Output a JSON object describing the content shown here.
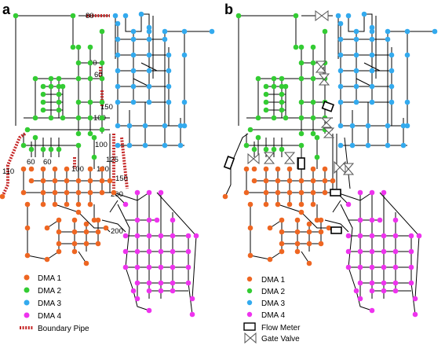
{
  "panels": [
    {
      "letter": "a",
      "diameter_labels": [
        "80",
        "60",
        "60",
        "150",
        "100",
        "100",
        "125",
        "150",
        "110",
        "60",
        "60",
        "100",
        "100",
        "200",
        "200"
      ],
      "legend": [
        {
          "label": "DMA 1",
          "color": "#ee6622",
          "symbol": "dot"
        },
        {
          "label": "DMA 2",
          "color": "#33cc33",
          "symbol": "dot"
        },
        {
          "label": "DMA 3",
          "color": "#33aaee",
          "symbol": "dot"
        },
        {
          "label": "DMA 4",
          "color": "#ee33ee",
          "symbol": "dot"
        },
        {
          "label": "Boundary Pipe",
          "color": "#c62828",
          "symbol": "dashed-pipe"
        }
      ]
    },
    {
      "letter": "b",
      "legend": [
        {
          "label": "DMA 1",
          "color": "#ee6622",
          "symbol": "dot"
        },
        {
          "label": "DMA 2",
          "color": "#33cc33",
          "symbol": "dot"
        },
        {
          "label": "DMA 3",
          "color": "#33aaee",
          "symbol": "dot"
        },
        {
          "label": "DMA 4",
          "color": "#ee33ee",
          "symbol": "dot"
        },
        {
          "label": "Flow Meter",
          "color": "#000000",
          "symbol": "rectangle"
        },
        {
          "label": "Gate Valve",
          "color": "#000000",
          "symbol": "bowtie"
        }
      ]
    }
  ],
  "colors": {
    "dma1": "#ee6622",
    "dma2": "#33cc33",
    "dma3": "#33aaee",
    "dma4": "#ee33ee",
    "boundary": "#c62828",
    "pipe": "#000000"
  }
}
